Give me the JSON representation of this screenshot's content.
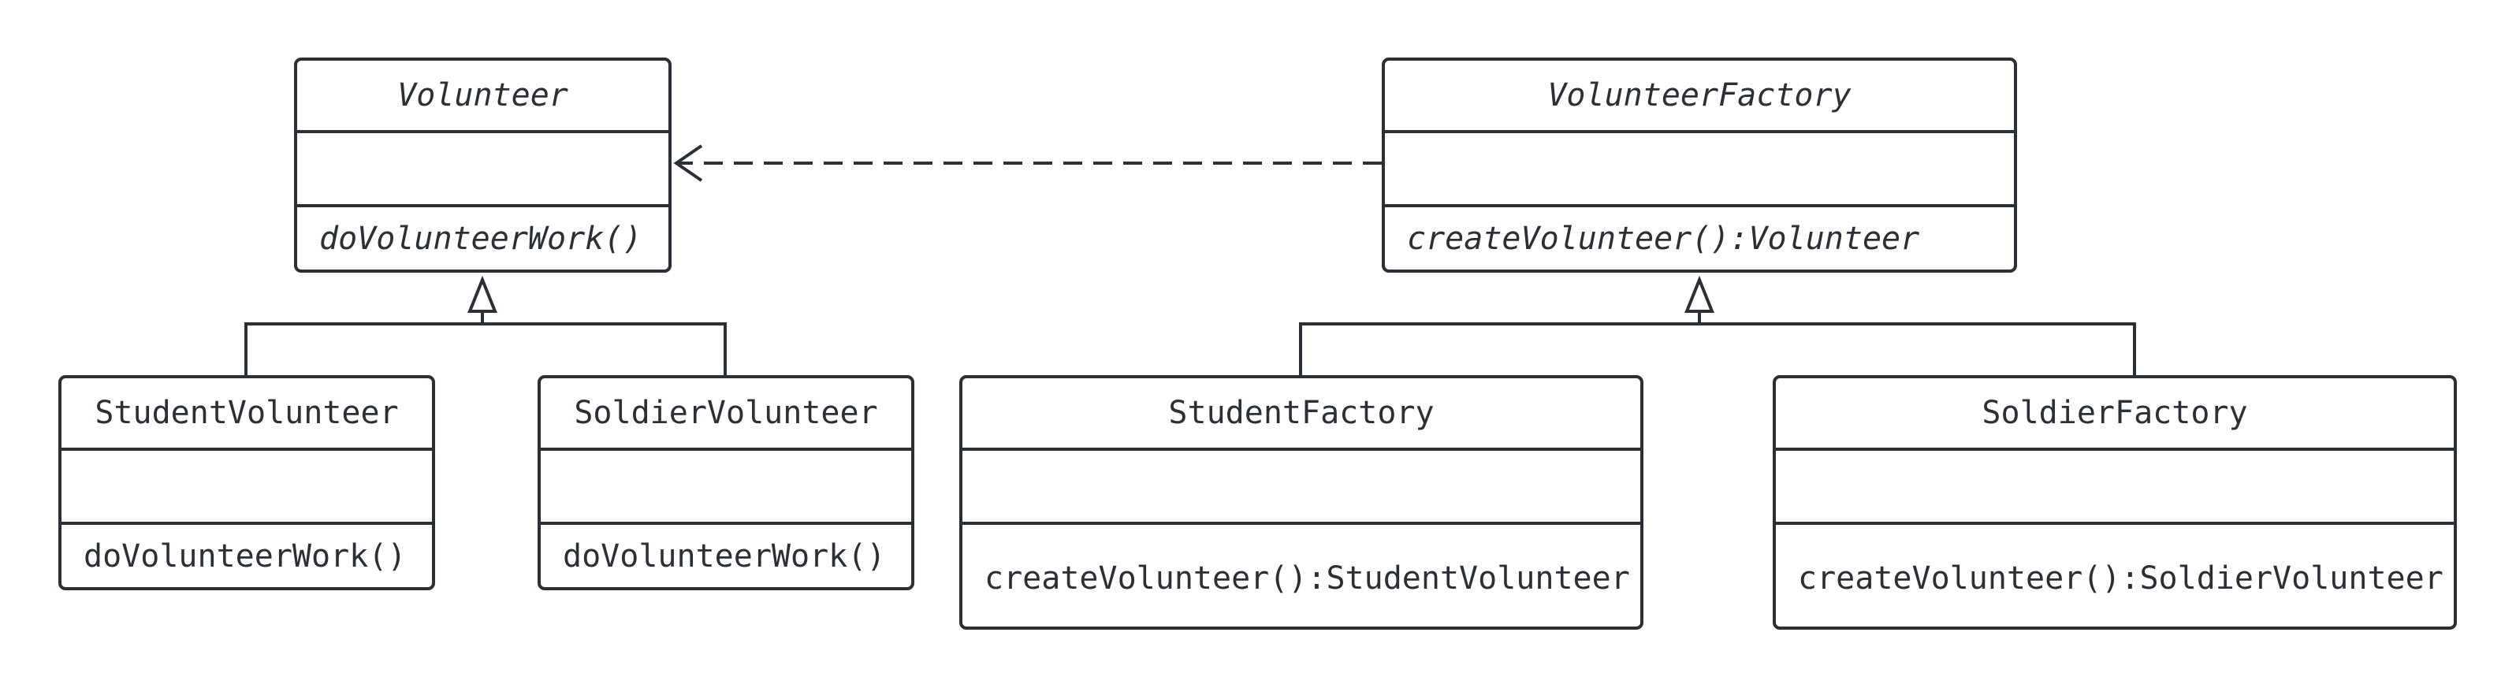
{
  "diagram": {
    "classes": {
      "volunteer": {
        "name": "Volunteer",
        "abstract": true,
        "attributes": [],
        "operations": [
          "doVolunteerWork()"
        ]
      },
      "volunteer_factory": {
        "name": "VolunteerFactory",
        "abstract": true,
        "attributes": [],
        "operations": [
          "createVolunteer():Volunteer"
        ]
      },
      "student_volunteer": {
        "name": "StudentVolunteer",
        "abstract": false,
        "attributes": [],
        "operations": [
          "doVolunteerWork()"
        ]
      },
      "soldier_volunteer": {
        "name": "SoldierVolunteer",
        "abstract": false,
        "attributes": [],
        "operations": [
          "doVolunteerWork()"
        ]
      },
      "student_factory": {
        "name": "StudentFactory",
        "abstract": false,
        "attributes": [],
        "operations": [
          "createVolunteer():StudentVolunteer"
        ]
      },
      "soldier_factory": {
        "name": "SoldierFactory",
        "abstract": false,
        "attributes": [],
        "operations": [
          "createVolunteer():SoldierVolunteer"
        ]
      }
    },
    "relationships": [
      {
        "type": "dependency",
        "from": "VolunteerFactory",
        "to": "Volunteer"
      },
      {
        "type": "generalization",
        "from": "StudentVolunteer",
        "to": "Volunteer"
      },
      {
        "type": "generalization",
        "from": "SoldierVolunteer",
        "to": "Volunteer"
      },
      {
        "type": "generalization",
        "from": "StudentFactory",
        "to": "VolunteerFactory"
      },
      {
        "type": "generalization",
        "from": "SoldierFactory",
        "to": "VolunteerFactory"
      }
    ],
    "colors": {
      "stroke": "#2b2f36",
      "background": "#ffffff"
    }
  }
}
